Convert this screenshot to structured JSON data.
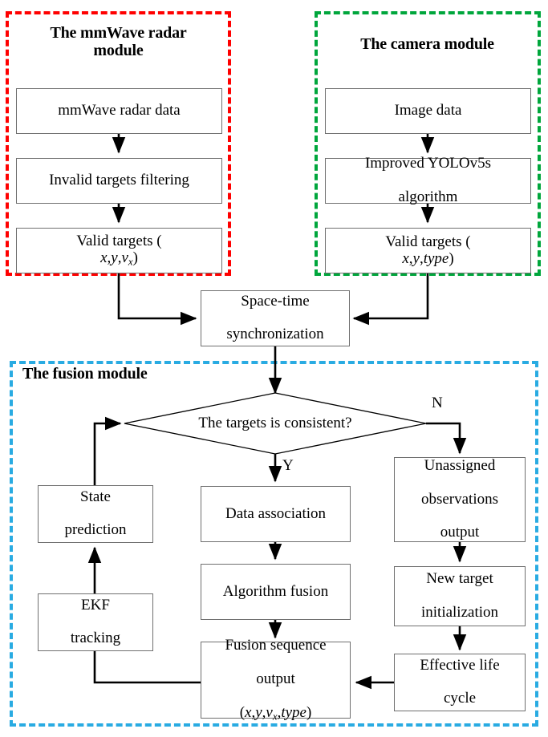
{
  "figure": {
    "type": "flowchart",
    "title": "mmWave radar and camera fusion detection flowchart"
  },
  "groups": {
    "radar": {
      "name": "The mmWave radar module",
      "title_line1": "The mmWave radar",
      "title_line2": "module",
      "color": "#ff0000",
      "style": "dashed"
    },
    "camera": {
      "name": "The camera module",
      "title_line1": "The camera module",
      "title_line2": "",
      "color": "#00a63c",
      "style": "dashed"
    },
    "fusion": {
      "name": "The fusion module",
      "title_line1": "The fusion module",
      "title_line2": "",
      "color": "#29abe2",
      "style": "dashed"
    }
  },
  "nodes": {
    "radar_data": "mmWave radar data",
    "invalid_filter": "Invalid targets filtering",
    "radar_valid_prefix": "Valid targets (",
    "radar_valid_x": "x",
    "radar_valid_comma1": ",",
    "radar_valid_y": "y",
    "radar_valid_comma2": ",",
    "radar_valid_v": "v",
    "radar_valid_vsub": "x",
    "radar_valid_suffix": ")",
    "radar_valid_full": "Valid targets (x,y,vx)",
    "image_data": "Image data",
    "yolo_line1": "Improved YOLOv5s",
    "yolo_line2": "algorithm",
    "camera_valid_full": "Valid targets (x,y,type)",
    "camera_valid_prefix": "Valid targets (",
    "camera_valid_type": "type",
    "sync_line1": "Space-time",
    "sync_line2": "synchronization",
    "decision": "The targets is consistent?",
    "state_pred_line1": "State",
    "state_pred_line2": "prediction",
    "ekf_line1": "EKF",
    "ekf_line2": "tracking",
    "data_assoc": "Data association",
    "algo_fusion": "Algorithm fusion",
    "fusion_out_line1": "Fusion sequence",
    "fusion_out_line2": "output",
    "fusion_out_line3": "(x,y,vx,type)",
    "unassigned_line1": "Unassigned",
    "unassigned_line2": "observations",
    "unassigned_line3": "output",
    "new_target_line1": "New target",
    "new_target_line2": "initialization",
    "life_cycle_line1": "Effective life",
    "life_cycle_line2": "cycle"
  },
  "edge_labels": {
    "yes": "Y",
    "no": "N"
  },
  "colors": {
    "radar_border": "#ff0000",
    "camera_border": "#00a63c",
    "fusion_border": "#29abe2",
    "node_border": "#6f6f6f",
    "line": "#000000",
    "background": "#ffffff"
  }
}
